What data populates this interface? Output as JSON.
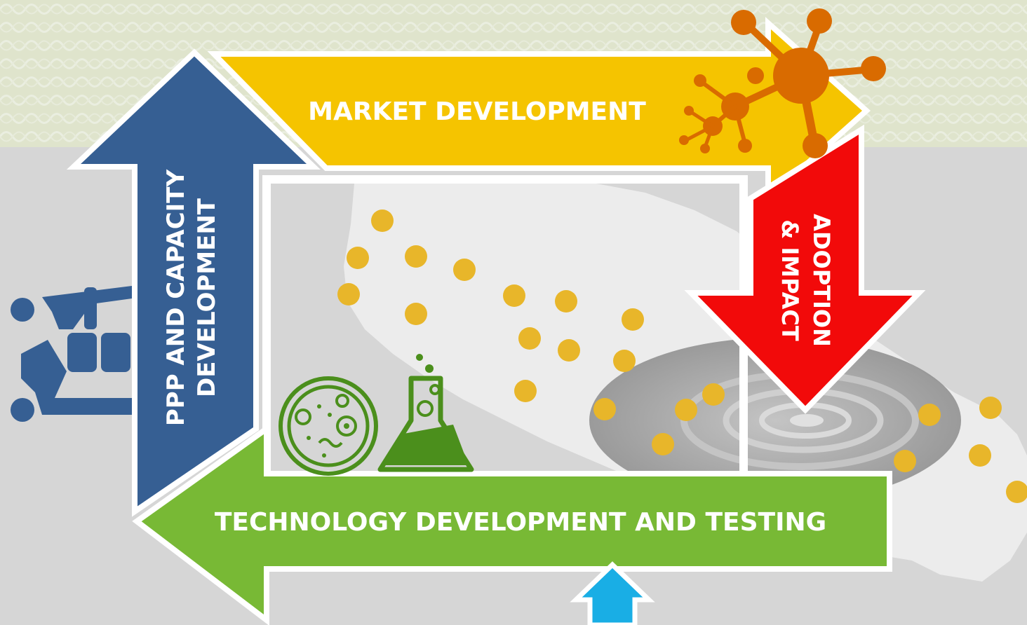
{
  "diagram": {
    "stages": {
      "market": {
        "label": "MARKET DEVELOPMENT"
      },
      "adoption": {
        "line1": "ADOPTION",
        "line2": "& IMPACT"
      },
      "technology": {
        "label": "TECHNOLOGY DEVELOPMENT AND TESTING"
      },
      "ppp": {
        "line1": "PPP AND CAPACITY",
        "line2": "DEVELOPMENT"
      }
    },
    "colors": {
      "market": "#f5c400",
      "adoption": "#f20a0a",
      "technology": "#78b935",
      "ppp": "#365f93",
      "input_arrow": "#19aee5",
      "network_icon": "#d96b00",
      "lab_icon": "#4b8f1c",
      "dots": "#e8b62a"
    },
    "icons": [
      "network-icon",
      "petri-dish-icon",
      "flask-icon",
      "handshake-icon",
      "ripple-icon",
      "map-outline"
    ]
  }
}
